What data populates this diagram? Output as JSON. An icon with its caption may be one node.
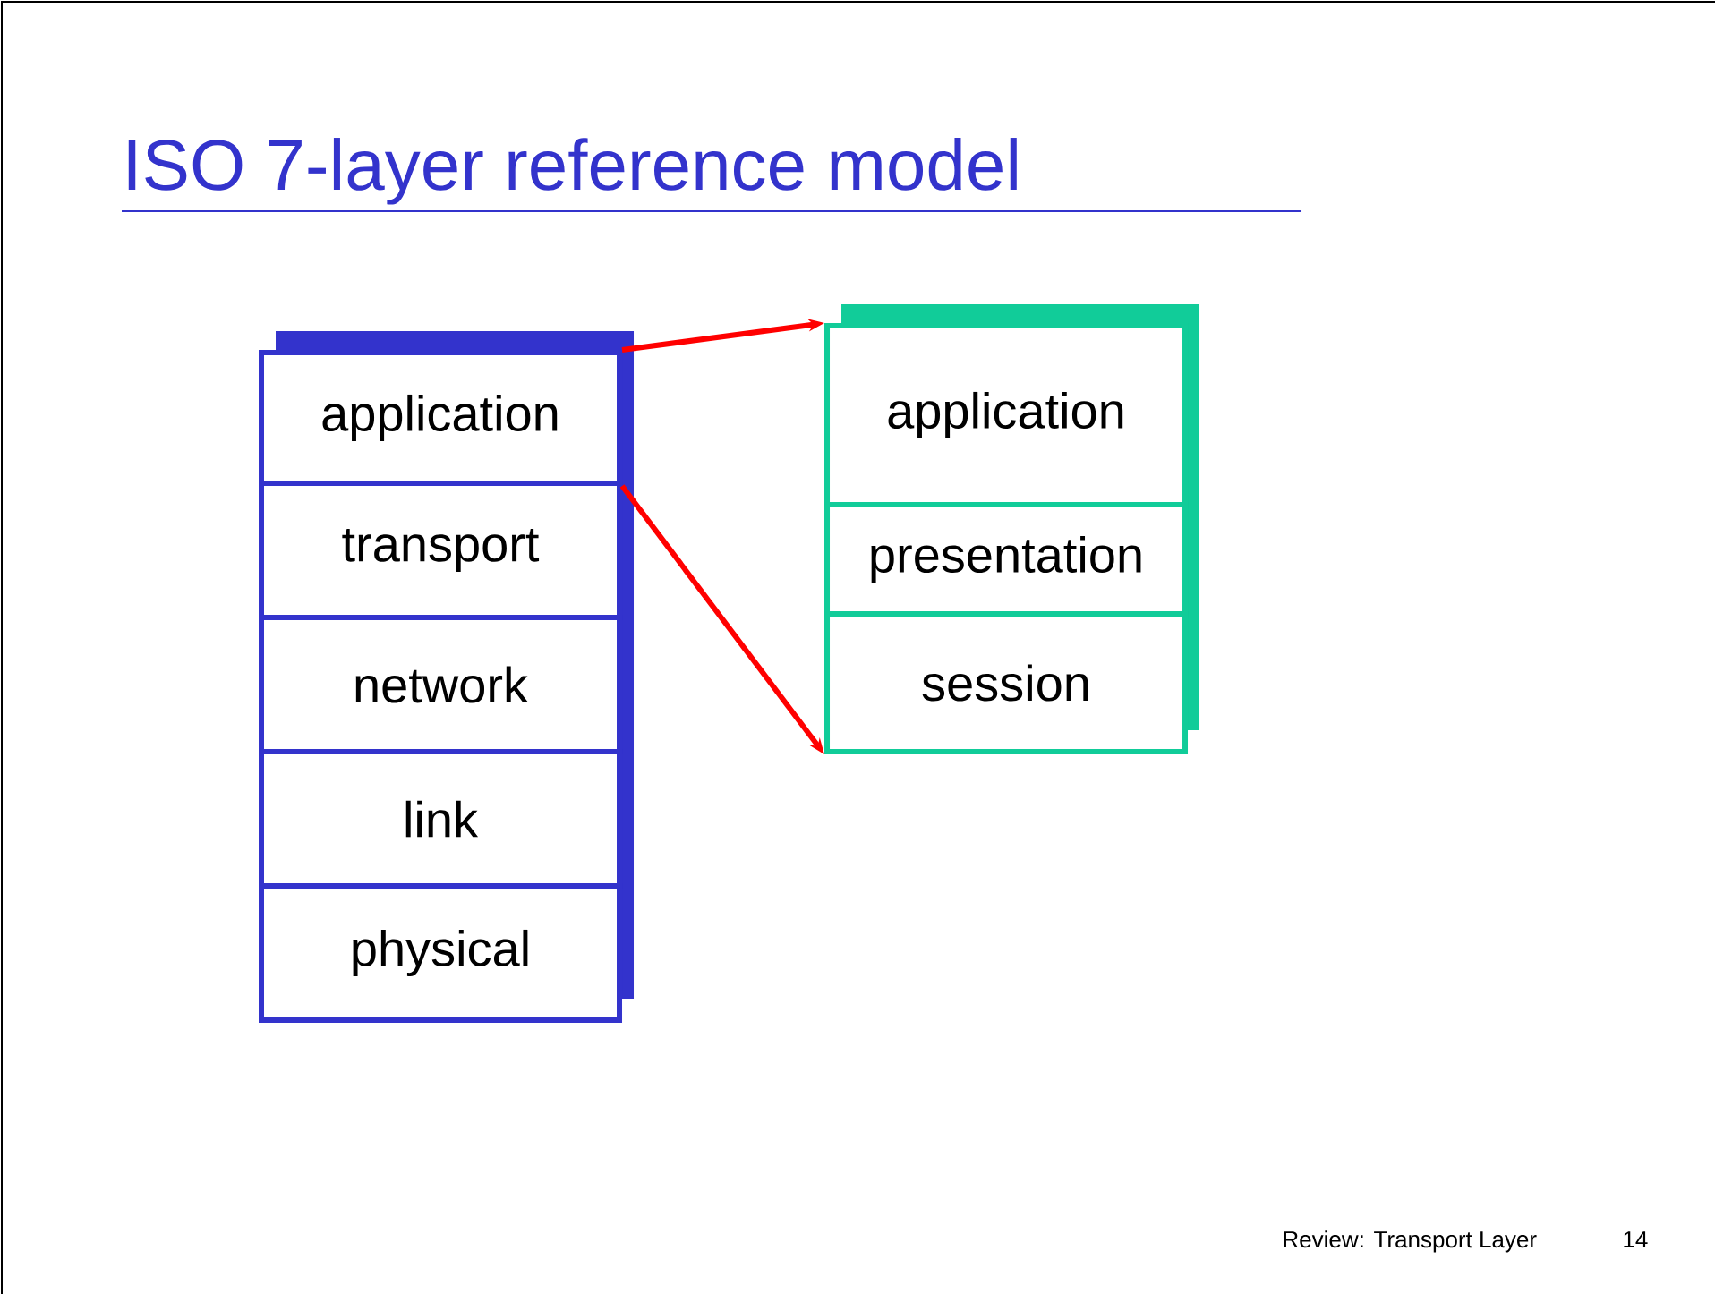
{
  "diagram": {
    "title": "ISO 7-layer reference model",
    "nodes": [
      {
        "text": [
          "application"
        ]
      },
      {
        "text": [
          "transport"
        ]
      },
      {
        "text": [
          "network"
        ]
      },
      {
        "text": [
          "link"
        ]
      },
      {
        "text": [
          "physical"
        ]
      },
      {
        "text": [
          "application"
        ]
      },
      {
        "text": [
          "presentation"
        ]
      },
      {
        "text": [
          "session"
        ]
      }
    ],
    "edges": [
      {
        "from": 0,
        "to": 5,
        "arrow": "to"
      },
      {
        "from": 0,
        "to": 7,
        "arrow": "to"
      }
    ],
    "labels": [
      "Review: Transport Layer",
      "14"
    ]
  }
}
